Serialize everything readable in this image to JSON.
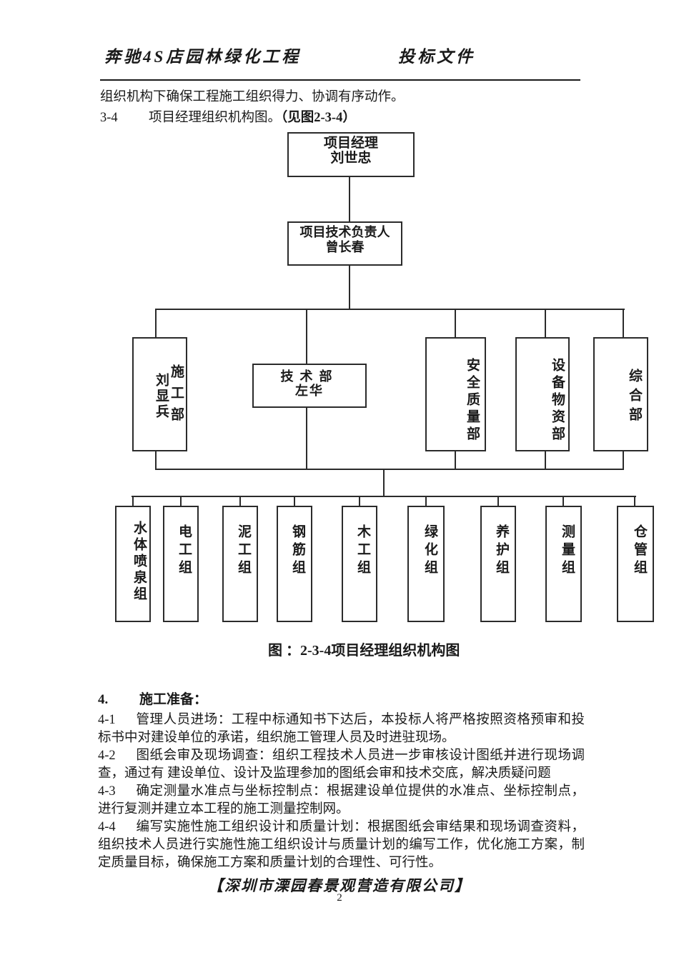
{
  "header": {
    "project_title": "奔驰4S店园林绿化工程",
    "doc_type": "投标文件"
  },
  "intro": {
    "line1": "组织机构下确保工程施工组织得力、协调有序动作。",
    "item_num": "3-4",
    "item_text": "项目经理组织机构图。",
    "item_ref": "（见图2-3-4）"
  },
  "org_chart": {
    "level1": {
      "title": "项目经理",
      "name": "刘世忠"
    },
    "level2": {
      "title": "项目技术负责人",
      "name": "曾长春"
    },
    "level3": [
      {
        "dept": "施工部",
        "name": "刘显兵"
      },
      {
        "dept": "技术部",
        "name": "左华"
      },
      {
        "dept": "安全质量部",
        "name": ""
      },
      {
        "dept": "设备物资部",
        "name": ""
      },
      {
        "dept": "综合部",
        "name": ""
      }
    ],
    "level4": [
      "水体喷泉组",
      "电工组",
      "泥工组",
      "钢筋组",
      "木工组",
      "绿化组",
      "养护组",
      "测量组",
      "仓管组"
    ],
    "caption": "图 ：2-3-4项目经理组织机构图"
  },
  "section4": {
    "heading_num": "4.",
    "heading": "施工准备：",
    "items": [
      {
        "num": "4-1",
        "text": "管理人员进场：工程中标通知书下达后，本投标人将严格按照资格预审和投标书中对建设单位的承诺，组织施工管理人员及时进驻现场。"
      },
      {
        "num": "4-2",
        "text": "图纸会审及现场调查：组织工程技术人员进一步审核设计图纸并进行现场调查，通过有 建设单位、设计及监理参加的图纸会审和技术交底，解决质疑问题"
      },
      {
        "num": "4-3",
        "text": "确定测量水准点与坐标控制点：根据建设单位提供的水准点、坐标控制点，进行复测并建立本工程的施工测量控制网。"
      },
      {
        "num": "4-4",
        "text": "编写实施性施工组织设计和质量计划：根据图纸会审结果和现场调查资料，组织技术人员进行实施性施工组织设计与质量计划的编写工作，优化施工方案，制定质量目标，确保施工方案和质量计划的合理性、可行性。"
      }
    ]
  },
  "footer": {
    "company": "【深圳市溧园春景观营造有限公司】",
    "page_number": "2"
  }
}
